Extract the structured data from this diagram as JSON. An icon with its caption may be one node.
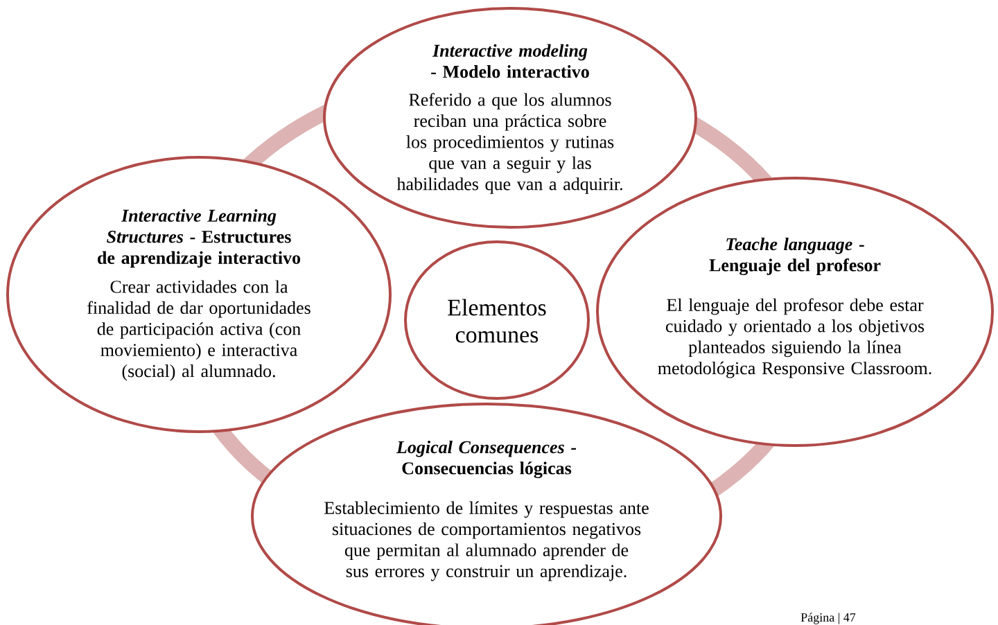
{
  "diagram": {
    "nodes": [
      {
        "text": [
          "*Interactive modeling* - Modelo interactivo",
          "Referido a que los alumnos reciban una práctica sobre los procedimientos y rutinas que van a seguir y las habilidades que van a adquirir."
        ]
      },
      {
        "text": [
          "*Interactive Learning Structures* - Estructures de aprendizaje interactivo",
          "Crear actividades con la finalidad de dar oportunidades de participación activa (con moviemiento) e interactiva (social) al alumnado."
        ]
      },
      {
        "text": [
          "Elementos comunes"
        ]
      },
      {
        "text": [
          "*Teache language* - Lenguaje del profesor",
          "El lenguaje del profesor debe estar cuidado y orientado a los objetivos planteados siguiendo la línea metodológica Responsive Classroom."
        ]
      },
      {
        "text": [
          "*Logical Consequences* - Consecuencias lógicas",
          "Establecimiento de límites y respuestas ante situaciones de comportamientos negativos que permitan al alumnado aprender de sus errores y construir un aprendizaje."
        ]
      }
    ],
    "edges": [],
    "labels": [
      "Página | 47"
    ]
  }
}
